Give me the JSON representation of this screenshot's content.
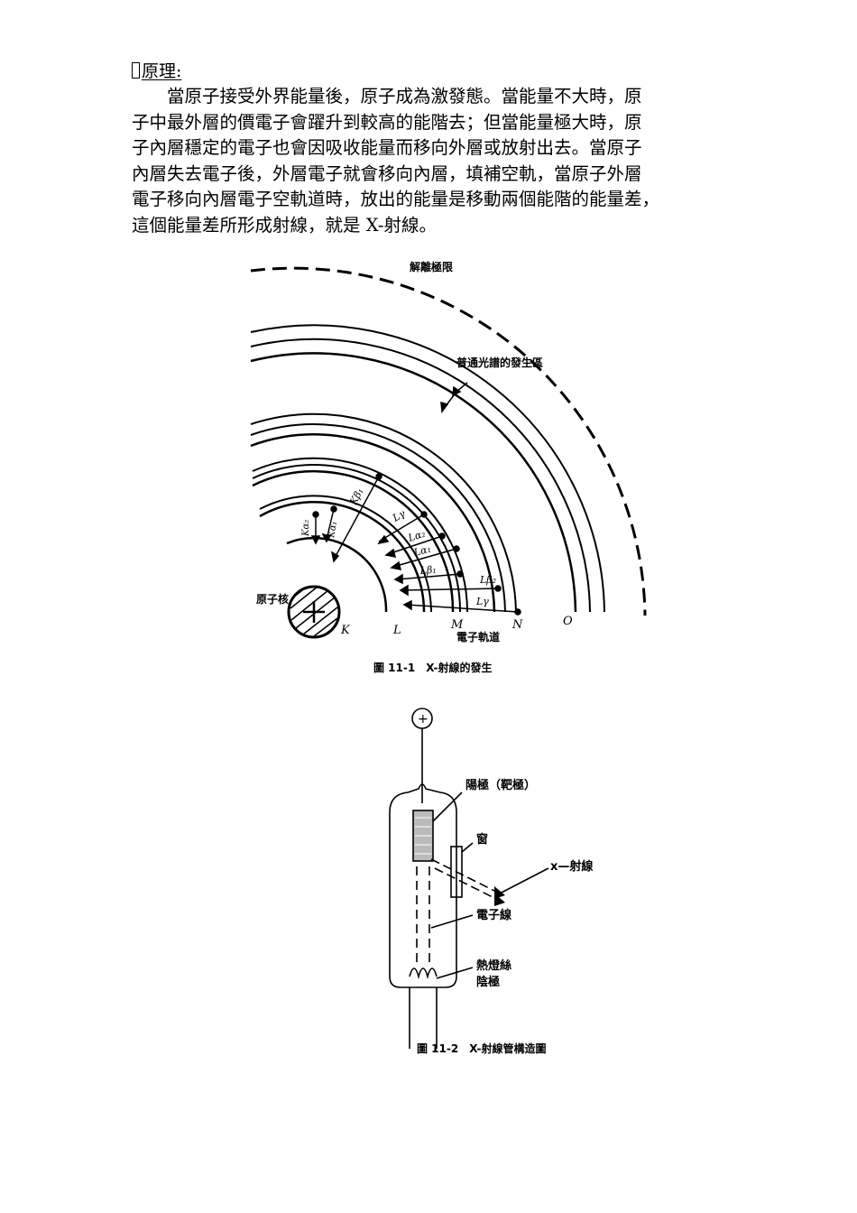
{
  "document": {
    "heading": "原理:",
    "paragraph_lines": [
      "　　當原子接受外界能量後，原子成為激發態。當能量不大時，原",
      "子中最外層的價電子會躍升到較高的能階去；但當能量極大時，原",
      "子內層穩定的電子也會因吸收能量而移向外層或放射出去。當原子",
      "內層失去電子後，外層電子就會移向內層，填補空軌，當原子外層",
      "電子移向內層電子空軌道時，放出的能量是移動兩個能階的能量差，",
      "這個能量差所形成射線，就是 X-射線。"
    ]
  },
  "figure1": {
    "caption": "圖 11-1　X-射線的發生",
    "ionization_label": "解離極限",
    "spectrum_label": "普通光譜的發生區",
    "nucleus_label": "原子核",
    "orbit_axis_label": "電子軌道",
    "shells": [
      "K",
      "L",
      "M",
      "N",
      "O"
    ],
    "transitions": [
      "Kα₂",
      "Kα₁",
      "Kβ₁",
      "Lγ",
      "Lα₂",
      "Lα₁",
      "Lβ₁",
      "Lβ₂",
      "Lγ"
    ]
  },
  "figure2": {
    "caption": "圖 11-2　X-射線管構造圖",
    "plus_sign": "+",
    "anode_label": "陽極（靶極）",
    "window_label": "窗",
    "xray_label": "x—射線",
    "electron_beam_label": "電子線",
    "filament_label": "熱燈絲",
    "cathode_label": "陰極"
  }
}
